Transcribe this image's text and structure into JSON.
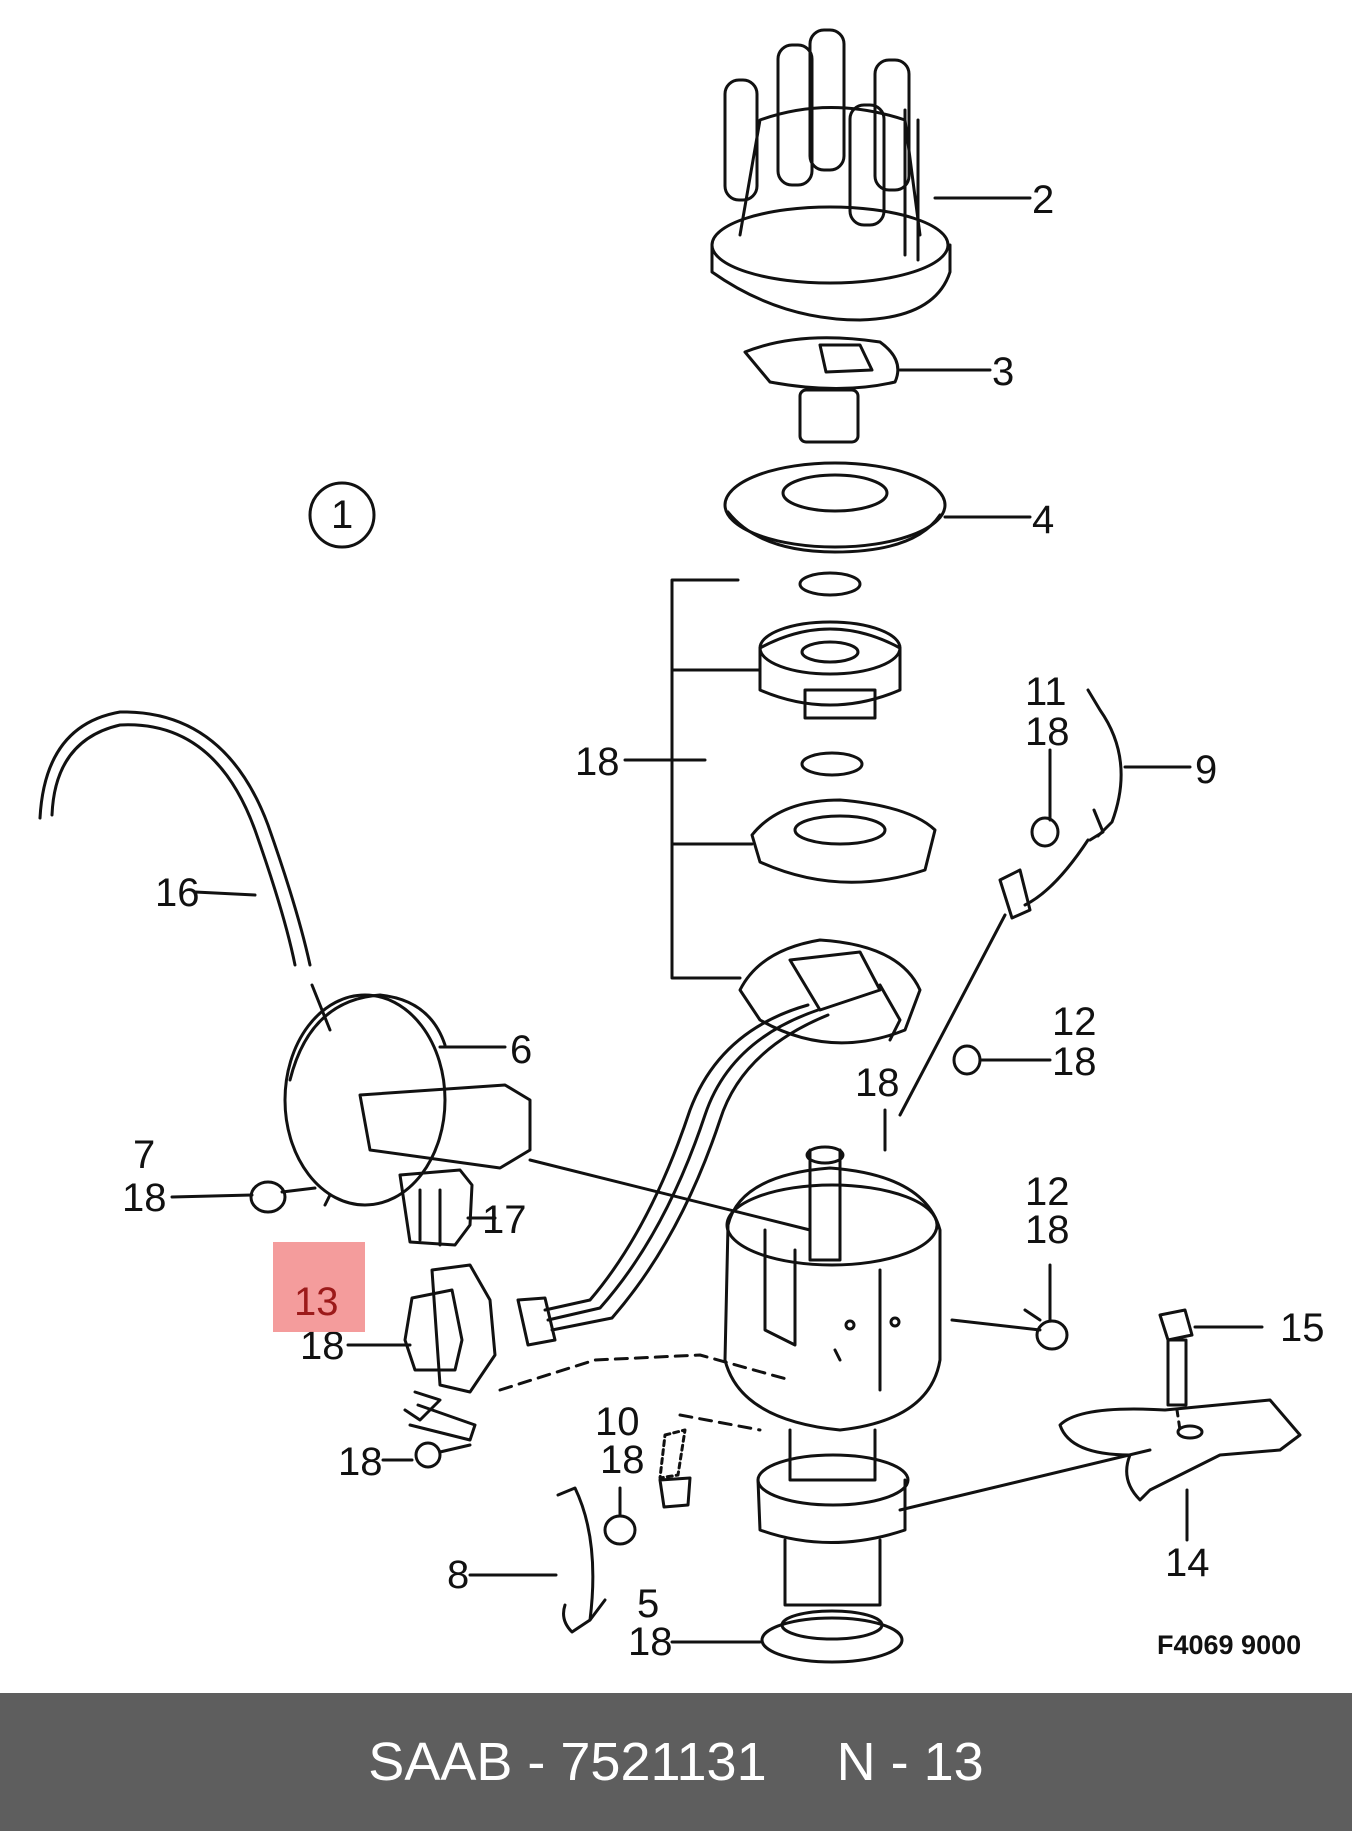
{
  "diagram": {
    "assembly_number": "1",
    "figure_ref": "F4069 9000",
    "highlighted_part": "13",
    "callouts": [
      {
        "id": "c2",
        "text": "2"
      },
      {
        "id": "c3",
        "text": "3"
      },
      {
        "id": "c4",
        "text": "4"
      },
      {
        "id": "c18a",
        "text": "18"
      },
      {
        "id": "c11",
        "text": "11"
      },
      {
        "id": "c18b",
        "text": "18"
      },
      {
        "id": "c9",
        "text": "9"
      },
      {
        "id": "c16",
        "text": "16"
      },
      {
        "id": "c6",
        "text": "6"
      },
      {
        "id": "c12a",
        "text": "12"
      },
      {
        "id": "c18c",
        "text": "18"
      },
      {
        "id": "c18d",
        "text": "18"
      },
      {
        "id": "c7",
        "text": "7"
      },
      {
        "id": "c18e",
        "text": "18"
      },
      {
        "id": "c17",
        "text": "17"
      },
      {
        "id": "c12b",
        "text": "12"
      },
      {
        "id": "c18f",
        "text": "18"
      },
      {
        "id": "c18g",
        "text": "18"
      },
      {
        "id": "c15",
        "text": "15"
      },
      {
        "id": "c10",
        "text": "10"
      },
      {
        "id": "c18h",
        "text": "18"
      },
      {
        "id": "c18i",
        "text": "18"
      },
      {
        "id": "c14",
        "text": "14"
      },
      {
        "id": "c8",
        "text": "8"
      },
      {
        "id": "c5",
        "text": "5"
      },
      {
        "id": "c18j",
        "text": "18"
      }
    ]
  },
  "footer": {
    "brand": "SAAB",
    "dash1": "-",
    "part_number": "7521131",
    "position_label": "N",
    "dash2": "-",
    "position_number": "13"
  }
}
